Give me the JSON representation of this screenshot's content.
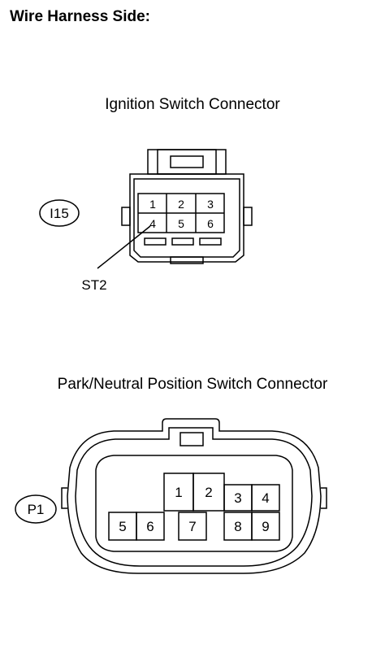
{
  "heading": "Wire Harness Side:",
  "ignition": {
    "caption": "Ignition Switch Connector",
    "code": "I15",
    "terminals": [
      "1",
      "2",
      "3",
      "4",
      "5",
      "6"
    ],
    "callout": "ST2"
  },
  "pnp": {
    "caption": "Park/Neutral Position Switch Connector",
    "code": "P1",
    "terminals": [
      "1",
      "2",
      "3",
      "4",
      "5",
      "6",
      "7",
      "8",
      "9"
    ]
  }
}
